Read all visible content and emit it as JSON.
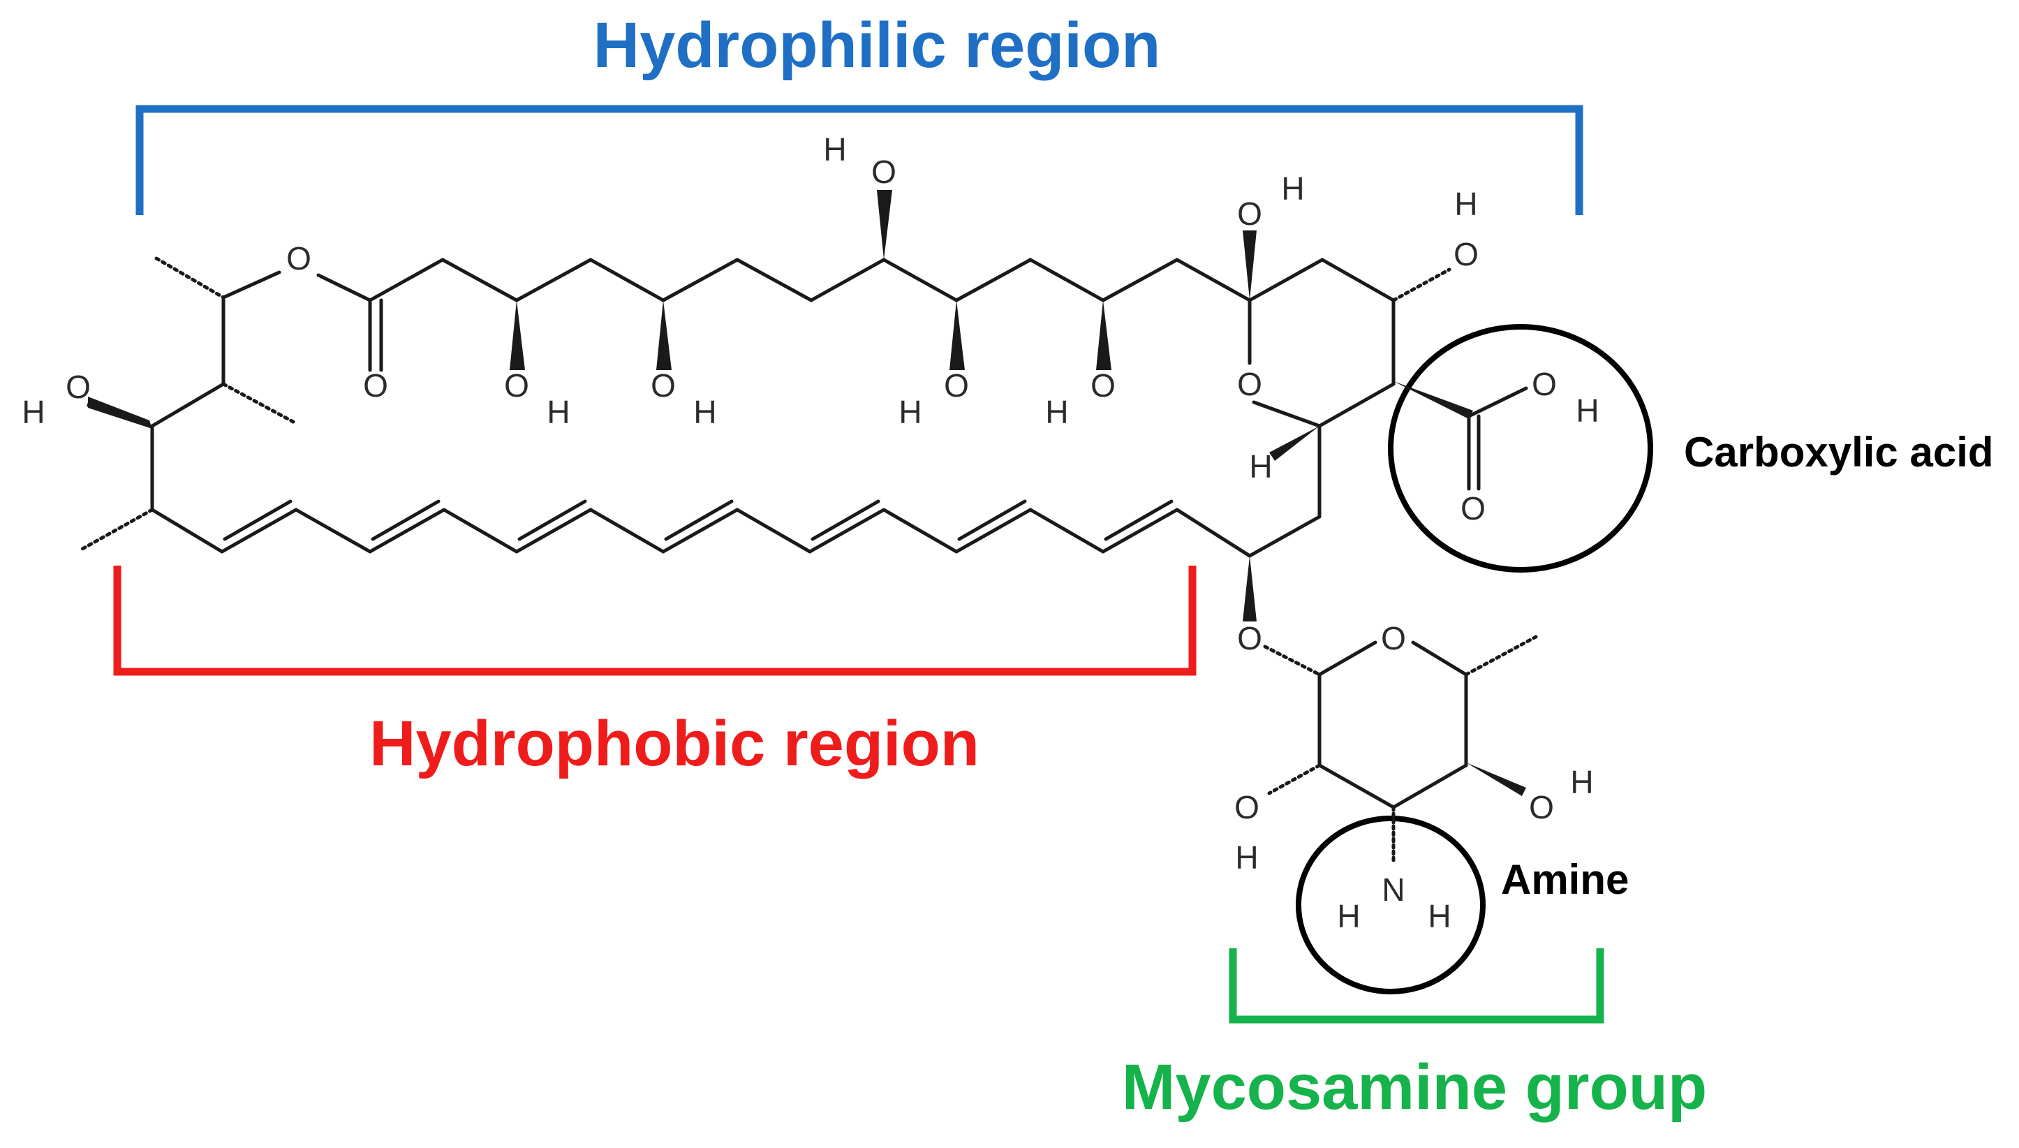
{
  "regions": {
    "hydrophilic": {
      "label": "Hydrophilic region",
      "color": "#1f6fc5"
    },
    "hydrophobic": {
      "label": "Hydrophobic region",
      "color": "#ef1c1c"
    },
    "mycosamine": {
      "label": "Mycosamine group",
      "color": "#16b24b"
    }
  },
  "groups": {
    "carboxylic_acid": {
      "label": "Carboxylic acid"
    },
    "amine": {
      "label": "Amine"
    }
  },
  "atoms": {
    "O": "O",
    "H": "H",
    "N": "N"
  },
  "colors": {
    "bond": "#1a1a1a",
    "atom_text": "#2b2b2b",
    "circle": "#000000"
  }
}
